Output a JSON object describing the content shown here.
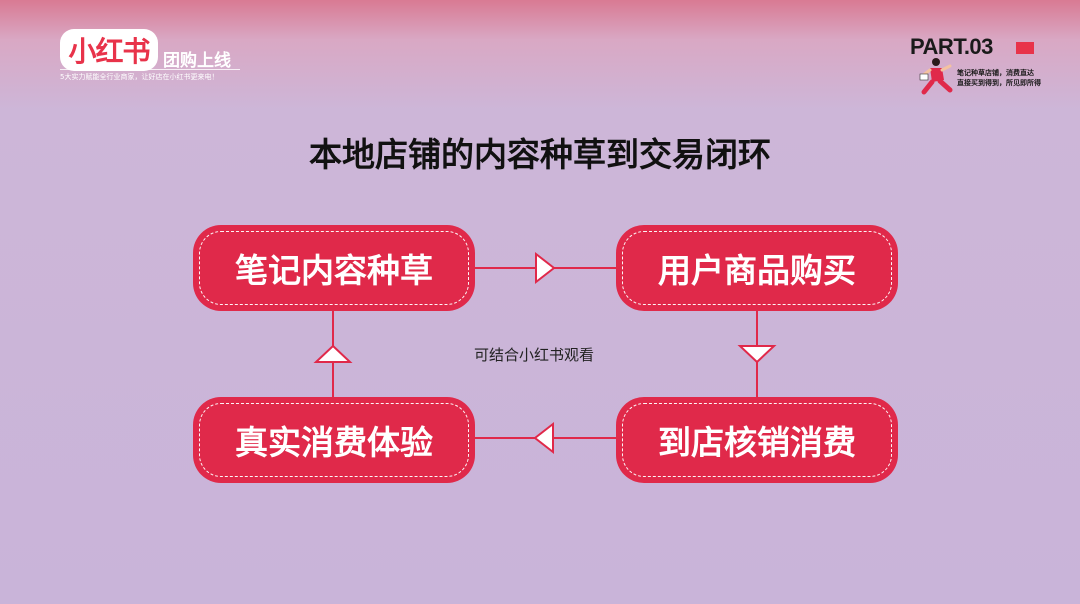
{
  "header": {
    "logo_text": "小红书",
    "logo_subtitle": "团购上线",
    "logo_tagline": "5大实力赋能全行业商家，让好店在小红书更来电！",
    "part_label": "PART.03",
    "part_desc_line1": "笔记种草店铺，消费直达",
    "part_desc_line2": "直接买到得到，所见即所得"
  },
  "slide": {
    "title": "本地店铺的内容种草到交易闭环"
  },
  "flow": {
    "steps": [
      {
        "label": "笔记内容种草"
      },
      {
        "label": "用户商品购买"
      },
      {
        "label": "到店核销消费"
      },
      {
        "label": "真实消费体验"
      }
    ],
    "center_note": "可结合小红书观看"
  },
  "colors": {
    "accent": "#e0294a",
    "background": "#c9b4d9",
    "connector": "#e0294a"
  }
}
